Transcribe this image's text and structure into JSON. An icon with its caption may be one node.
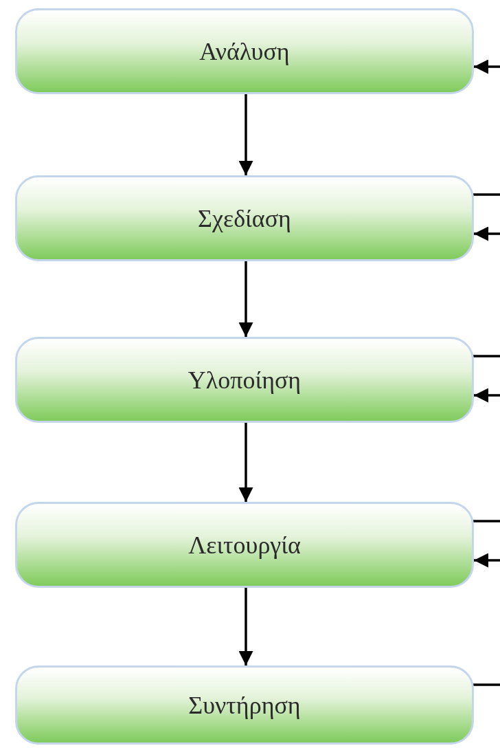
{
  "diagram": {
    "nodes": [
      {
        "text": [
          "Ανάλυση"
        ]
      },
      {
        "text": [
          "Σχεδίαση"
        ]
      },
      {
        "text": [
          "Υλοποίηση"
        ]
      },
      {
        "text": [
          "Λειτουργία"
        ]
      },
      {
        "text": [
          "Συντήρηση"
        ]
      }
    ],
    "edges": [
      {
        "from": 0,
        "to": 1,
        "arrow": "to"
      },
      {
        "from": 1,
        "to": 2,
        "arrow": "to"
      },
      {
        "from": 2,
        "to": 3,
        "arrow": "to"
      },
      {
        "from": 3,
        "to": 4,
        "arrow": "to"
      },
      {
        "from": null,
        "to": 0,
        "arrow": "to"
      },
      {
        "from": 1,
        "to": null,
        "arrow": "none"
      },
      {
        "from": null,
        "to": 1,
        "arrow": "to"
      },
      {
        "from": 2,
        "to": null,
        "arrow": "none"
      },
      {
        "from": null,
        "to": 2,
        "arrow": "to"
      },
      {
        "from": 3,
        "to": null,
        "arrow": "none"
      },
      {
        "from": null,
        "to": 3,
        "arrow": "to"
      },
      {
        "from": 4,
        "to": null,
        "arrow": "none"
      }
    ]
  }
}
